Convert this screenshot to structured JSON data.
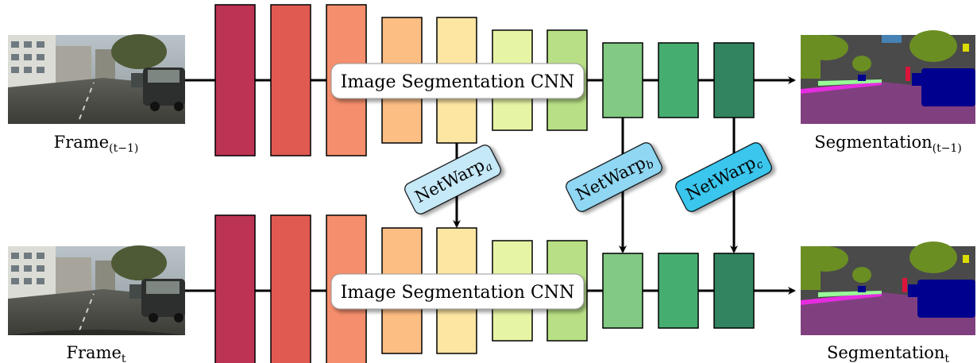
{
  "rows": [
    {
      "input_label": "Frame",
      "input_sub": "(t−1)",
      "cnn_label": "Image Segmentation CNN",
      "output_label": "Segmentation",
      "output_sub": "(t−1)"
    },
    {
      "input_label": "Frame",
      "input_sub": "t",
      "cnn_label": "Image Segmentation CNN",
      "output_label": "Segmentation",
      "output_sub": "t"
    }
  ],
  "layer_colors": [
    "#bc3353",
    "#e05a52",
    "#f58e6c",
    "#fdbe84",
    "#fde5a2",
    "#e6f4a5",
    "#b8df85",
    "#82c983",
    "#46ad70",
    "#31845f"
  ],
  "netwarps": [
    {
      "label": "NetWarp",
      "sub": "a",
      "color": "#c6e9f8"
    },
    {
      "label": "NetWarp",
      "sub": "b",
      "color": "#90d7f3"
    },
    {
      "label": "NetWarp",
      "sub": "c",
      "color": "#3ac6ee"
    }
  ]
}
